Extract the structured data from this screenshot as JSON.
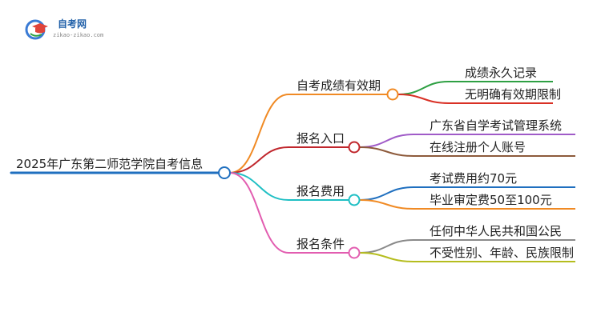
{
  "logo": {
    "name": "自考网",
    "url": "zikao-zikao.com"
  },
  "mindmap": {
    "root": "2025年广东第二师范学院自考信息",
    "branches": [
      {
        "label": "自考成绩有效期",
        "color": "#f08a24",
        "children": [
          {
            "label": "成绩永久记录",
            "color": "#2ea043"
          },
          {
            "label": "无明确有效期限制",
            "color": "#d93025"
          }
        ]
      },
      {
        "label": "报名入口",
        "color": "#c0262c",
        "children": [
          {
            "label": "广东省自学考试管理系统",
            "color": "#a05bc8"
          },
          {
            "label": "在线注册个人账号",
            "color": "#8d5a3b"
          }
        ]
      },
      {
        "label": "报名费用",
        "color": "#1fbfc4",
        "children": [
          {
            "label": "考试费用约70元",
            "color": "#1f6fbf"
          },
          {
            "label": "毕业审定费50至100元",
            "color": "#f08a24"
          }
        ]
      },
      {
        "label": "报名条件",
        "color": "#e25db0",
        "children": [
          {
            "label": "任何中华人民共和国公民",
            "color": "#8a8a8a"
          },
          {
            "label": "不受性别、年龄、民族限制",
            "color": "#b5bd1e"
          }
        ]
      }
    ]
  }
}
